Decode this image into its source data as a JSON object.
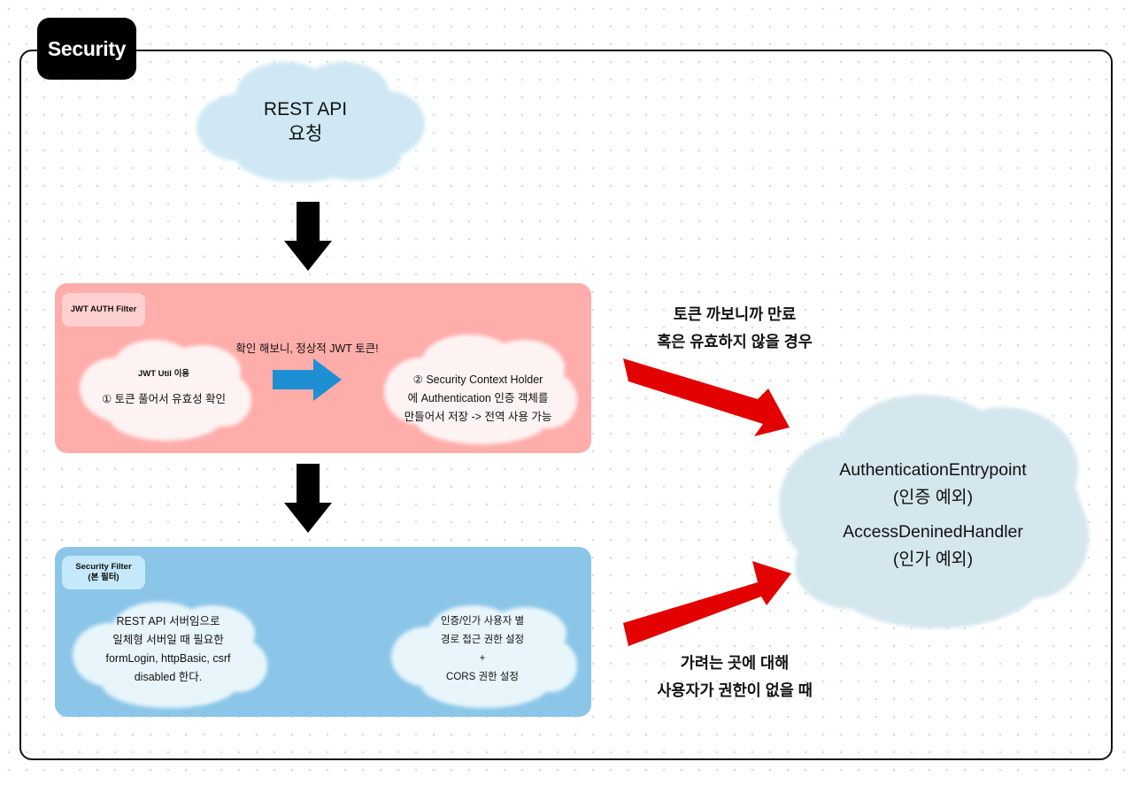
{
  "title": "Security",
  "request": {
    "line1": "REST API",
    "line2": "요청"
  },
  "jwt_filter": {
    "tag": "JWT AUTH Filter",
    "left_small": "JWT Util 이용",
    "left_main": "① 토큰 풀어서 유효성 확인",
    "arrow_label": "확인 해보니, 정상적 JWT 토큰!",
    "right_line1": "② Security Context Holder",
    "right_line2": "에 Authentication 인증 객체를",
    "right_line3": "만들어서 저장 -> 전역 사용 가능"
  },
  "security_filter": {
    "tag_line1": "Security Filter",
    "tag_line2": "(본 필터)",
    "left_line1": "REST API 서버임으로",
    "left_line2": "일체형 서버일 때 필요한",
    "left_line3": "formLogin, httpBasic, csrf",
    "left_line4": "disabled 한다.",
    "right_line1": "인증/인가 사용자 별",
    "right_line2": "경로 접근 권한 설정",
    "right_line3": "+",
    "right_line4": "CORS 권한 설정"
  },
  "expired_label": {
    "line1": "토큰 까보니까 만료",
    "line2": "혹은 유효하지 않을 경우"
  },
  "forbidden_label": {
    "line1": "가려는 곳에 대해",
    "line2": "사용자가 권한이 없을 때"
  },
  "exceptions": {
    "entrypoint": "AuthenticationEntrypoint",
    "entrypoint_sub": "(인증 예외)",
    "denied": "AccessDeninedHandler",
    "denied_sub": "(인가 예외)"
  },
  "colors": {
    "jwt_panel": "#ffadab",
    "security_panel": "#8bc6e8",
    "blue_arrow": "#1f8fd4",
    "red_arrow": "#e20000",
    "cloud_blue": "#cfe8f4",
    "cloud_white": "#fdf3f3",
    "cloud_exception": "#d4e6ee"
  }
}
